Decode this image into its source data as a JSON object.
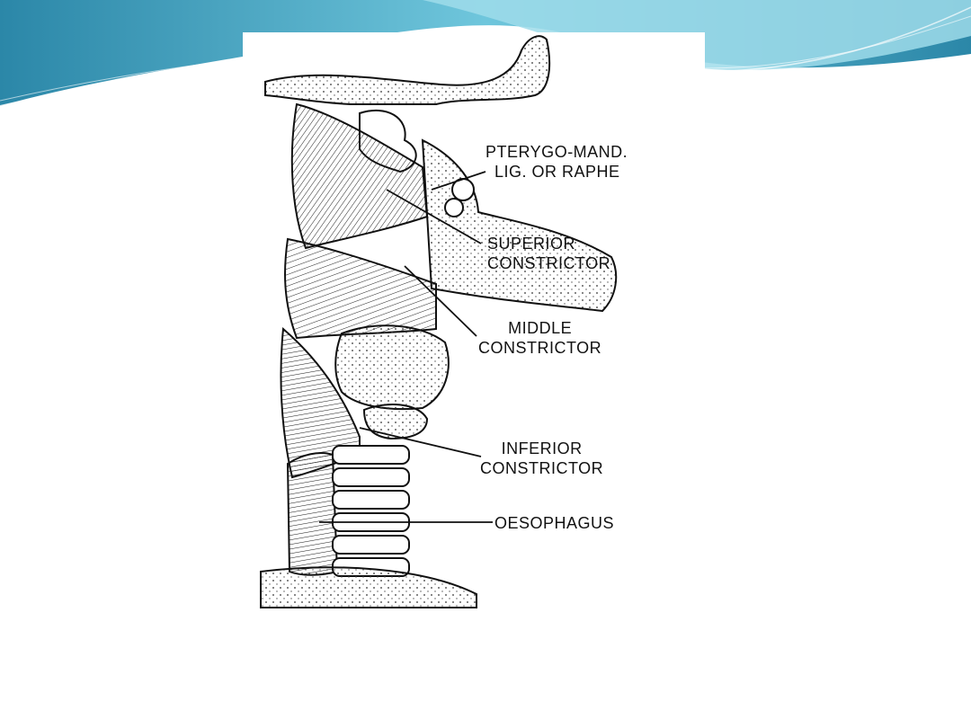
{
  "theme": {
    "wave_dark": "#2d8fb0",
    "wave_light": "#8fd6e6",
    "wave_pale": "#c9eef5",
    "line_color": "#111111"
  },
  "labels": [
    {
      "id": "pterygo",
      "lines": [
        "PTERYGO-MAND.",
        "LIG. OR RAPHE"
      ]
    },
    {
      "id": "superior",
      "lines": [
        "SUPERIOR",
        "CONSTRICTOR"
      ]
    },
    {
      "id": "middle",
      "lines": [
        "MIDDLE",
        "CONSTRICTOR"
      ]
    },
    {
      "id": "inferior",
      "lines": [
        "INFERIOR",
        "CONSTRICTOR"
      ]
    },
    {
      "id": "oesophagus",
      "lines": [
        "OESOPHAGUS"
      ]
    }
  ]
}
